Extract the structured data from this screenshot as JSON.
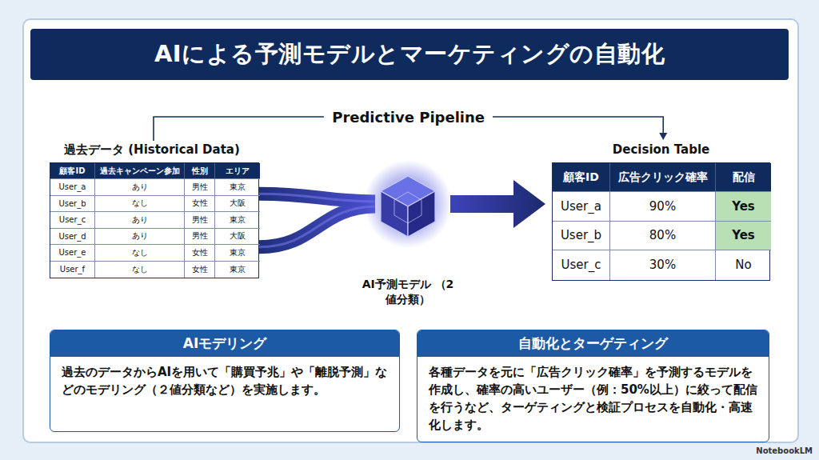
{
  "diagram": {
    "title": "AIによる予測モデルとマーケティングの自動化",
    "nodes": [
      {
        "text": [
          "過去データ (Historical Data)",
          "顧客ID",
          "過去キャンペーン参加",
          "性別",
          "エリア",
          "User_a",
          "あり",
          "男性",
          "東京",
          "User_b",
          "なし",
          "女性",
          "大阪",
          "User_c",
          "あり",
          "男性",
          "東京",
          "User_d",
          "あり",
          "男性",
          "大阪",
          "User_e",
          "なし",
          "女性",
          "東京",
          "User_f",
          "なし",
          "女性",
          "東京"
        ]
      },
      {
        "text": [
          "AI予測モデル （2値分類）"
        ]
      },
      {
        "text": [
          "Decision Table",
          "顧客ID",
          "広告クリック確率",
          "配信",
          "User_a",
          "90%",
          "Yes",
          "User_b",
          "80%",
          "Yes",
          "User_c",
          "30%",
          "No"
        ]
      },
      {
        "text": [
          "AIモデリング",
          "過去のデータからAIを用いて「購買予兆」や「離脱予測」などのモデリング（２値分類など）を実施します。"
        ]
      },
      {
        "text": [
          "自動化とターゲティング",
          "各種データを元に「広告クリック確率」を予測するモデルを作成し、確率の高いユーザー（例：50%以上）に絞って配信を行うなど、ターゲティングと検証プロセスを自動化・高速化します。"
        ]
      }
    ],
    "edges": [
      {
        "from": 0,
        "to": 1,
        "arrow": "none"
      },
      {
        "from": 1,
        "to": 2,
        "arrow": "to"
      },
      {
        "from": 0,
        "to": 2,
        "label": "Predictive Pipeline",
        "arrow": "to"
      }
    ],
    "labels": [
      "NotebookLM"
    ]
  }
}
